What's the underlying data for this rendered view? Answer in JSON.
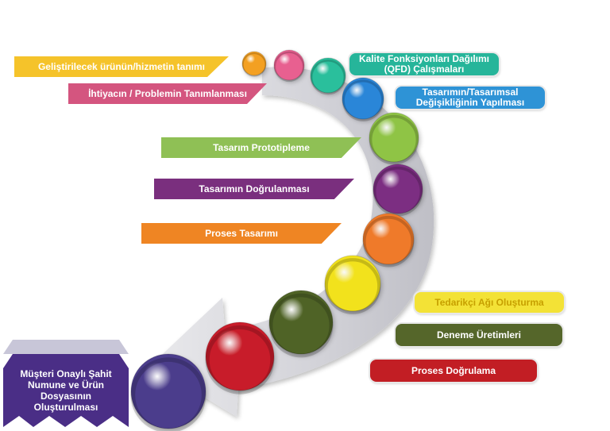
{
  "steps_left": [
    {
      "label": "Geliştirilecek ürünün/hizmetin tanımı",
      "color": "#f5c32a"
    },
    {
      "label": "İhtiyacın / Problemin Tanımlanması",
      "color": "#d4557f"
    },
    {
      "label": "Tasarım Prototipleme",
      "color": "#8fc055"
    },
    {
      "label": "Tasarımın Doğrulanması",
      "color": "#7a2f7e"
    },
    {
      "label": "Proses Tasarımı",
      "color": "#ef8523"
    }
  ],
  "steps_right": [
    {
      "label": "Kalite Fonksiyonları Dağılımı (QFD) Çalışmaları",
      "color": "#26b59a"
    },
    {
      "label": "Tasarımın/Tasarımsal Değişikliğinin Yapılması",
      "color": "#2e93d6"
    },
    {
      "label": "Tedarikçi Ağı Oluşturma",
      "color": "#f3e236",
      "text_color": "#c7a000"
    },
    {
      "label": "Deneme Üretimleri",
      "color": "#55662a"
    },
    {
      "label": "Proses Doğrulama",
      "color": "#c21e24"
    }
  ],
  "final_step": {
    "label": "Müşteri Onaylı Şahit Numune ve Ürün Dosyasının Oluşturulması",
    "color": "#4a2e86"
  },
  "spheres": [
    {
      "name": "orange-sphere",
      "color": "#f3a020"
    },
    {
      "name": "pink-sphere",
      "color": "#e86090"
    },
    {
      "name": "teal-sphere",
      "color": "#2bbf9c"
    },
    {
      "name": "blue-sphere",
      "color": "#2a86d8"
    },
    {
      "name": "green-sphere",
      "color": "#8fc445"
    },
    {
      "name": "purple-sphere",
      "color": "#7c2f82"
    },
    {
      "name": "orange-sphere",
      "color": "#ef7a2a"
    },
    {
      "name": "yellow-sphere",
      "color": "#f2e21d"
    },
    {
      "name": "olive-sphere",
      "color": "#4f6326"
    },
    {
      "name": "red-sphere",
      "color": "#c81f2a"
    },
    {
      "name": "indigo-sphere",
      "color": "#4b3d8c"
    }
  ]
}
